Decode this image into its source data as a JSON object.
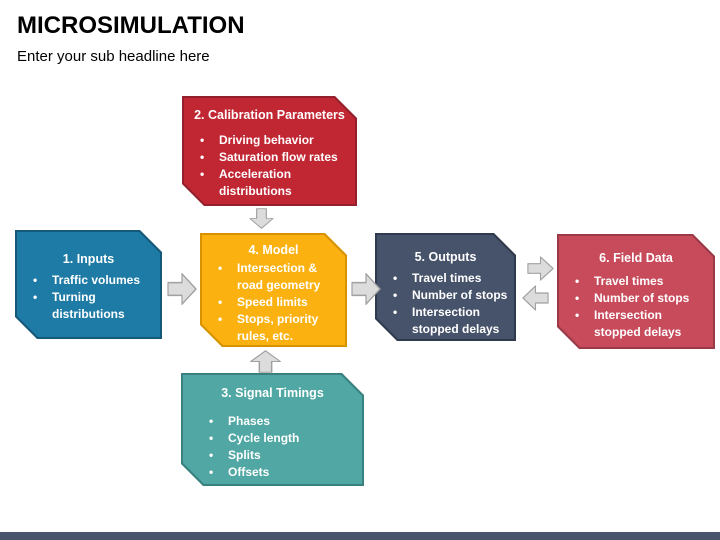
{
  "slide": {
    "title": "MICROSIMULATION",
    "subtitle": "Enter your sub headline here"
  },
  "boxes": [
    {
      "number": "1",
      "title": "1. Inputs",
      "items": [
        "Traffic volumes",
        "Turning distributions"
      ],
      "fill": "#1E7BA6",
      "border": "#14597A"
    },
    {
      "number": "2",
      "title": "2. Calibration Parameters",
      "items": [
        "Driving behavior",
        "Saturation flow rates",
        "Acceleration distributions"
      ],
      "fill": "#C12633",
      "border": "#93202C"
    },
    {
      "number": "3",
      "title": "3. Signal Timings",
      "items": [
        "Phases",
        "Cycle length",
        "Splits",
        "Offsets"
      ],
      "fill": "#50A7A4",
      "border": "#39817F"
    },
    {
      "number": "4",
      "title": "4. Model",
      "items": [
        "Intersection & road geometry",
        "Speed limits",
        "Stops, priority rules, etc."
      ],
      "fill": "#FBB211",
      "border": "#D89200"
    },
    {
      "number": "5",
      "title": "5. Outputs",
      "items": [
        "Travel times",
        "Number of stops",
        "Intersection stopped delays"
      ],
      "fill": "#47536A",
      "border": "#2F3A4C"
    },
    {
      "number": "6",
      "title": "6. Field Data",
      "items": [
        "Travel times",
        "Number of stops",
        "Intersection stopped delays"
      ],
      "fill": "#C84B5C",
      "border": "#9B3947"
    }
  ],
  "arrows": [
    {
      "name": "calibration-to-model",
      "direction": "down"
    },
    {
      "name": "inputs-to-model",
      "direction": "right"
    },
    {
      "name": "model-to-outputs",
      "direction": "right"
    },
    {
      "name": "outputs-to-field-data",
      "direction": "right"
    },
    {
      "name": "field-data-to-outputs",
      "direction": "left"
    },
    {
      "name": "signal-timings-to-model",
      "direction": "up"
    }
  ],
  "colors": {
    "arrow_fill": "#DCDCDC",
    "arrow_border": "#A0A0A0",
    "footer_bar": "#4A566B",
    "box_text": "#FFFFFF",
    "title_text": "#000000"
  }
}
